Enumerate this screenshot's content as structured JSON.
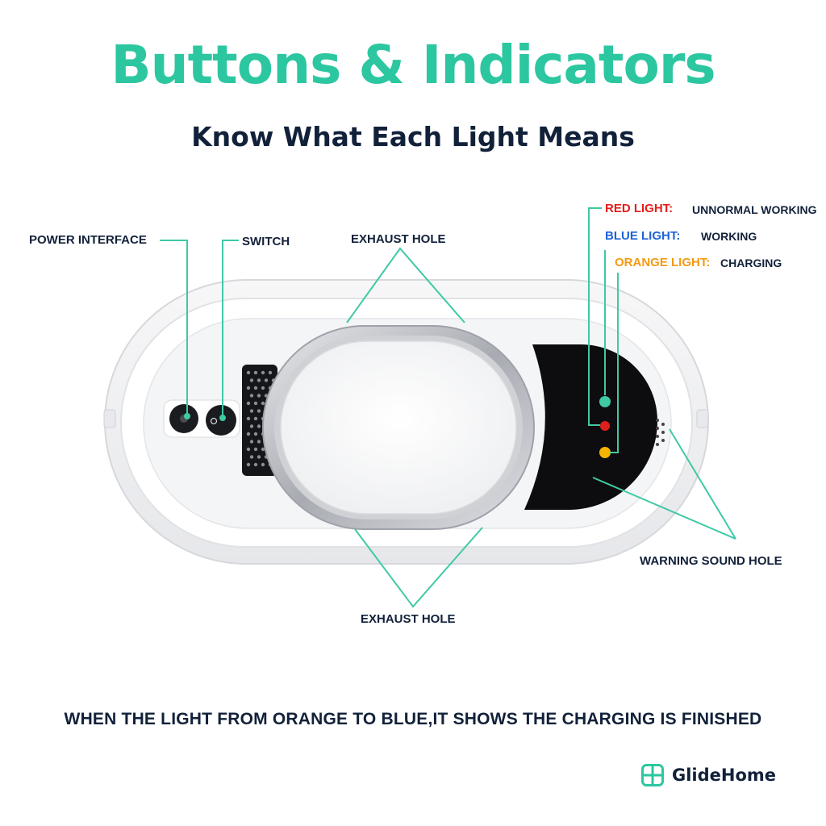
{
  "header": {
    "title": "Buttons & Indicators",
    "subtitle": "Know What Each Light Means"
  },
  "callouts": {
    "power_interface": "POWER INTERFACE",
    "switch": "SWITCH",
    "exhaust_top": "EXHAUST HOLE",
    "exhaust_bottom": "EXHAUST HOLE",
    "warning_sound_hole": "WARNING SOUND HOLE"
  },
  "lights": {
    "red": {
      "name": "RED LIGHT:",
      "meaning": "UNNORMAL WORKING",
      "color": "#e0201c"
    },
    "blue": {
      "name": "BLUE LIGHT:",
      "meaning": "WORKING",
      "color": "#1d63d6"
    },
    "orange": {
      "name": "ORANGE LIGHT:",
      "meaning": "CHARGING",
      "color": "#f39a14"
    }
  },
  "note": "WHEN THE LIGHT FROM ORANGE TO BLUE,IT SHOWS THE CHARGING IS FINISHED",
  "brand": {
    "name": "GlideHome",
    "icon": "grid-logo-icon"
  },
  "colors": {
    "accent": "#2cc7a0",
    "leader_line": "#3fc9a5",
    "text": "#12213a"
  }
}
